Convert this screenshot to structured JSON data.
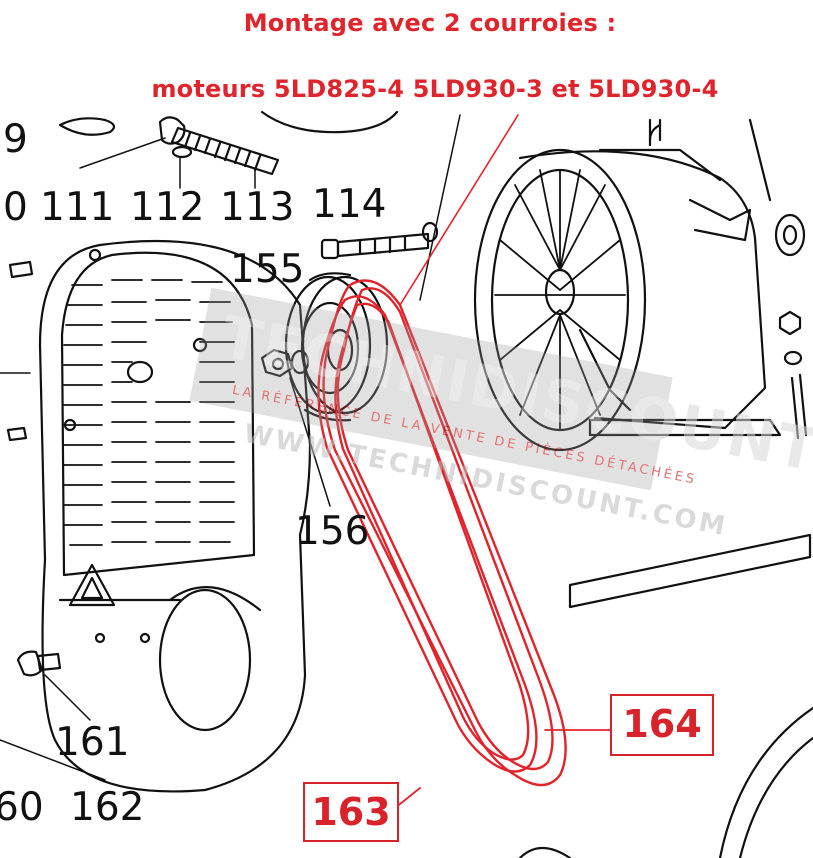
{
  "header": {
    "line1": "Montage avec 2 courroies :",
    "line2": "moteurs 5LD825-4 5LD930-3 et 5LD930-4"
  },
  "labels": {
    "partial_top": "9",
    "partial_left": "0",
    "p111": "111",
    "p112": "112",
    "p113": "113",
    "p114": "114",
    "p155": "155",
    "p156": "156",
    "p161": "161",
    "p162": "162",
    "partial_bottom": "60"
  },
  "callouts": {
    "belt_164": "164",
    "belt_163": "163"
  },
  "colors": {
    "highlight": "#e0242c",
    "ink": "#111111",
    "watermark": "#8a8a8a"
  }
}
